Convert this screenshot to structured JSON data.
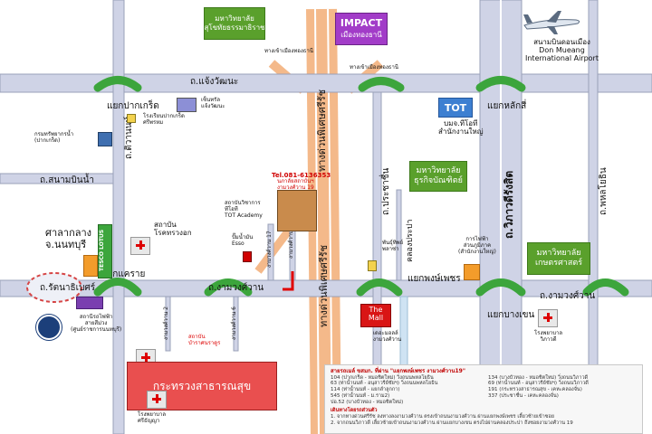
{
  "roads": {
    "chaeng_watthana": "ถ.แจ้งวัฒนะ",
    "ngam_wong_wan": "ถ.งามวงศ์วาน",
    "ngam_wong_wan_right": "ถ.งามวงศ์วาน",
    "sanam_bin_nam": "ถ.สนามบินน้ำ",
    "rattanathibet": "ถ.รัตนาธิเบศร์",
    "tiwanon": "ถ.ติวานนท์",
    "prachachuen": "ถ.ประชาชื่น",
    "vibhavadi": "ถ.วิภาวดีรังสิต",
    "phahonyothin": "ถ.พหลโยธิน",
    "expressway_top": "ทางด่วนพิเศษศรีรัช",
    "expressway_bottom": "ทางด่วนพิเศษศรีรัช",
    "canal": "คลองประปา",
    "soi_17": "งามวงศ์วาน 17",
    "soi_19": "งามวงศ์วาน 19",
    "soi_left1": "งามวงศ์วาน 2",
    "soi_left2": "งามวงศ์วาน 6"
  },
  "intersections": {
    "pak_kret": "แยกปากเกร็ด",
    "khae_rai": "แยกแคราย",
    "lak_si": "แยกหลักสี่",
    "phong_phet": "แยกพงษ์เพชร",
    "bang_khen": "แยกบางเขน"
  },
  "places": {
    "stou": "มหาวิทยาลัย\nสุโขทัยธรรมาธิราช",
    "impact_brand": "IMPACT",
    "impact_sub": "เมืองทองธานี",
    "airport": "สนามบินดอนเมือง\nDon Mueang\nInternational Airport",
    "toward_mueang_thong": "ทางเข้าเมืองทองธานี",
    "toward_mueang_thong_2": "ทางเข้าเมืองทองธานี",
    "tot_logo": "TOT",
    "tot": "บมจ.ทีโอที\nสำนักงานใหญ่",
    "dhurakij": "มหาวิทยาลัย\nธุรกิจบัณฑิตย์",
    "kasetsart": "มหาวิทยาลัย\nเกษตรศาสตร์",
    "central": "เซ็นทรัล\nแจ้งวัฒนะ",
    "pakkret_school": "โรงเรียนปากเกร็ด\nศรีพรหม",
    "pakkret_district": "กรมทรัพยากรน้ำ\n(ปากเกร็ด)",
    "tesco": "TESCO LOTUS",
    "nonthaburi_hall": "ศาลากลาง\nจ.นนทบุรี",
    "chest_institute": "สถาบัน\nโรคทรวงอก",
    "tot_academy": "สถาบันวิชาการ\nทีโอที\nTOT Academy",
    "esso": "ปั๊มน้ำมัน\nEsso",
    "pantip": "พันธุ์ทิพย์\nพลาซ่า",
    "mea": "การไฟฟ้า\nส่วนภูมิภาค\n(สำนักงานใหญ่)",
    "the_mall": "The\nMall",
    "the_mall_sub": "เดอะมอลล์\nงามวงศ์วาน",
    "mrt": "สถานีรถไฟฟ้า\nสายสีม่วง\n(ศูนย์ราชการนนทบุรี)",
    "health_ministry": "กระทรวงสาธารณสุข",
    "ministry_hosp": "สถาบัน\nบำราศนราดูร",
    "hosp_left": "โรงพยาบาล\nศรีธัญญา",
    "vibhavadi_hosp": "โรงพยาบาล\nวิภาวดี",
    "contact": "Tel.081-6136353",
    "academy_name": "นภาลัยสถาบันฯ\nงามวงศ์วาน 19"
  },
  "notes": {
    "title": "สายรถเมล์ ขสมก. ที่ผ่าน \"แยกพงษ์เพชร งามวงศ์วาน19\"",
    "col1": [
      "104 (ปากเกร็ด - หมอชิตใหม่) วิ่งถนนพหลโยธิน",
      "63 (ท่าน้ำนนท์ - อนุสาวรีย์ชัยฯ) วิ่งถนนพหลโยธิน",
      "114 (ท่าน้ำนนท์ - แยกลำลูกกา)",
      "545 (ท่าน้ำนนท์ - ม.ราม2)",
      "ปอ.52 (บางบัวทอง - หมอชิตใหม่)"
    ],
    "col2": [
      "134 (บางบัวทอง - หมอชิตใหม่) วิ่งถนนวิภาวดี",
      "69 (ท่าน้ำนนท์ - อนุสาวรีย์ชัยฯ) วิ่งถนนวิภาวดี",
      "191 (กระทรวงสาธารณสุข - เคหะคลองจั่น)",
      "337 (ประชาชื่น - เคหะคลองจั่น)"
    ],
    "sub": "เดินทางโดยรถส่วนตัว",
    "line1": "1. จากทางด่วนศรีรัช ลงทางลงงามวงศ์วาน ตรงเข้าถนนงามวงศ์วาน ผ่านแยกพงษ์เพชร เลี้ยวซ้ายเข้าซอย",
    "line2": "2. จากถนนวิภาวดี เลี้ยวซ้ายเข้าถนนงามวงศ์วาน ผ่านแยกบางเขน ตรงไปผ่านคลองประปา ถึงซอยงามวงศ์วาน 19"
  }
}
